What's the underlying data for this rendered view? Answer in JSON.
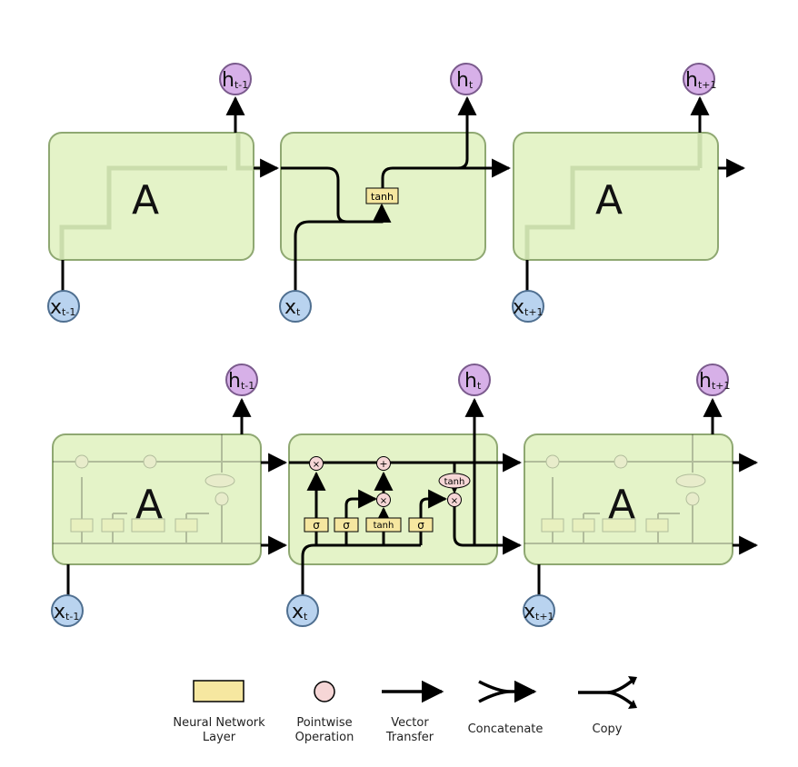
{
  "cell_label": "A",
  "symbols": {
    "h": "h",
    "x": "x",
    "sub_prev": "t-1",
    "sub_cur": "t",
    "sub_next": "t+1"
  },
  "ops": {
    "tanh": "tanh",
    "sigma": "σ",
    "times": "×",
    "plus": "+"
  },
  "legend": {
    "layer": [
      "Neural Network",
      "Layer"
    ],
    "pointwise": [
      "Pointwise",
      "Operation"
    ],
    "vector": [
      "Vector",
      "Transfer"
    ],
    "concat": "Concatenate",
    "copy": "Copy"
  },
  "colors": {
    "cell_fill": "#e4f3c8",
    "cell_stroke": "#8fa872",
    "h_fill": "#d7b0e8",
    "x_fill": "#b9d3ef",
    "layer_fill": "#f6e7a0",
    "pointwise_fill": "#f6d6d6",
    "arrow": "#000000"
  }
}
